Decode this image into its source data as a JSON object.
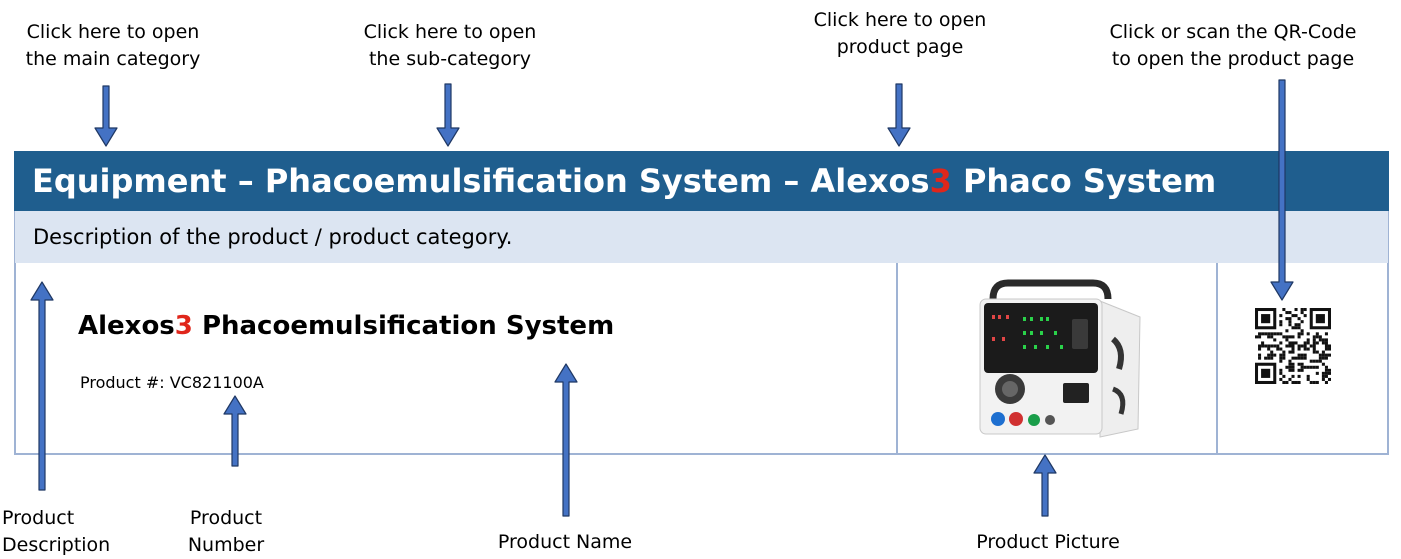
{
  "callouts": {
    "main_category": [
      "Click here to open",
      "the main category"
    ],
    "sub_category": [
      "Click here to open",
      "the sub-category"
    ],
    "product_page": [
      "Click here to open",
      "product page"
    ],
    "qr_code": [
      "Click or scan the QR-Code",
      "to open the product page"
    ],
    "product_description": [
      "Product",
      "Description"
    ],
    "product_number": [
      "Product",
      "Number"
    ],
    "product_name": "Product Name",
    "product_picture": "Product Picture"
  },
  "header": {
    "main_category": "Equipment",
    "separator": "–",
    "sub_category": "Phacoemulsification System",
    "product_prefix": "Alexos",
    "product_highlight": "3",
    "product_suffix": "Phaco System"
  },
  "description": "Description of the product / product category.",
  "product": {
    "name_prefix": "Alexos",
    "name_highlight": "3",
    "name_suffix": "Phacoemulsification System",
    "number_label": "Product #:",
    "number_value": "VC821100A"
  },
  "colors": {
    "header_bg": "#1F5E8E",
    "description_bg": "#DCE5F2",
    "highlight": "#E0261B",
    "arrow_fill": "#4472C4",
    "arrow_stroke": "#1F3864",
    "border": "#9FB3D4"
  },
  "icons": {
    "product_image": "phaco-machine-picture",
    "qr": "qr-code-icon"
  }
}
